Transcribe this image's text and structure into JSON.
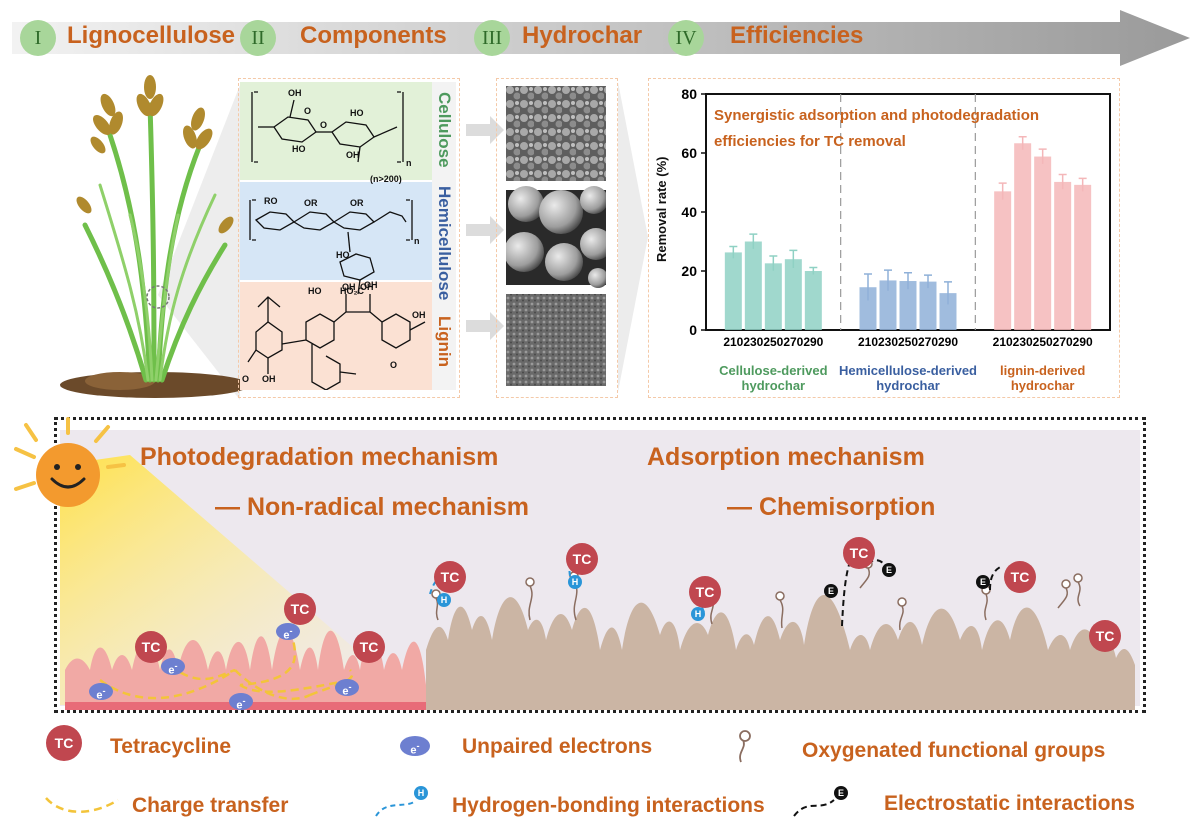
{
  "steps": [
    {
      "numeral": "I",
      "label": "Lignocellulose"
    },
    {
      "numeral": "II",
      "label": "Components"
    },
    {
      "numeral": "III",
      "label": "Hydrochar"
    },
    {
      "numeral": "IV",
      "label": "Efficiencies"
    }
  ],
  "structures": {
    "cellulose": {
      "label": "Cellulose",
      "n_label": "n",
      "n_range": "(n>200)"
    },
    "hemicellulose": {
      "label": "Hemicellulose",
      "n_label": "n"
    },
    "lignin": {
      "label": "Lignin"
    }
  },
  "chart_data": {
    "type": "bar",
    "title": "Synergistic adsorption and photodegradation efficiencies for TC removal",
    "ylabel": "Removal rate (%)",
    "ylim": [
      0,
      80
    ],
    "yticks": [
      0,
      20,
      40,
      60,
      80
    ],
    "x_tick_labels": [
      "210",
      "230",
      "250",
      "270",
      "290"
    ],
    "groups": [
      {
        "name_line1": "Cellulose-derived",
        "name_line2": "hydrochar",
        "color": "#8fd1c4",
        "values": [
          26.3,
          30.0,
          22.6,
          24.0,
          20.0
        ],
        "errors": [
          2.0,
          2.5,
          2.5,
          3.0,
          1.2
        ]
      },
      {
        "name_line1": "Hemicellulose-derived",
        "name_line2": "hydrochar",
        "color": "#8fb0d8",
        "values": [
          14.5,
          16.8,
          16.6,
          16.4,
          12.5
        ],
        "errors": [
          4.5,
          3.5,
          2.8,
          2.2,
          3.8
        ]
      },
      {
        "name_line1": "lignin-derived",
        "name_line2": "hydrochar",
        "color": "#f4b7b9",
        "values": [
          47.0,
          63.3,
          58.8,
          50.2,
          49.2
        ],
        "errors": [
          2.8,
          2.2,
          2.5,
          2.5,
          2.2
        ]
      }
    ]
  },
  "mechanisms": {
    "photo_title": "Photodegradation mechanism",
    "photo_sub": "— Non-radical mechanism",
    "ads_title": "Adsorption mechanism",
    "ads_sub": "— Chemisorption"
  },
  "badges": {
    "tc": "TC",
    "e": "e",
    "e_sup": "-",
    "h": "H",
    "E": "E"
  },
  "legend": {
    "tetracycline": "Tetracycline",
    "unpaired": "Unpaired electrons",
    "oxygenated": "Oxygenated functional groups",
    "charge": "Charge transfer",
    "hbond": "Hydrogen-bonding interactions",
    "electro": "Electrostatic interactions"
  },
  "colors": {
    "accent_orange": "#c8621e",
    "green_circle": "#a8d69a",
    "cellulose_text": "#4e9a5e",
    "hemi_text": "#3a5fa0",
    "lignin_text": "#c8621e",
    "tc_red": "#c0474f"
  }
}
